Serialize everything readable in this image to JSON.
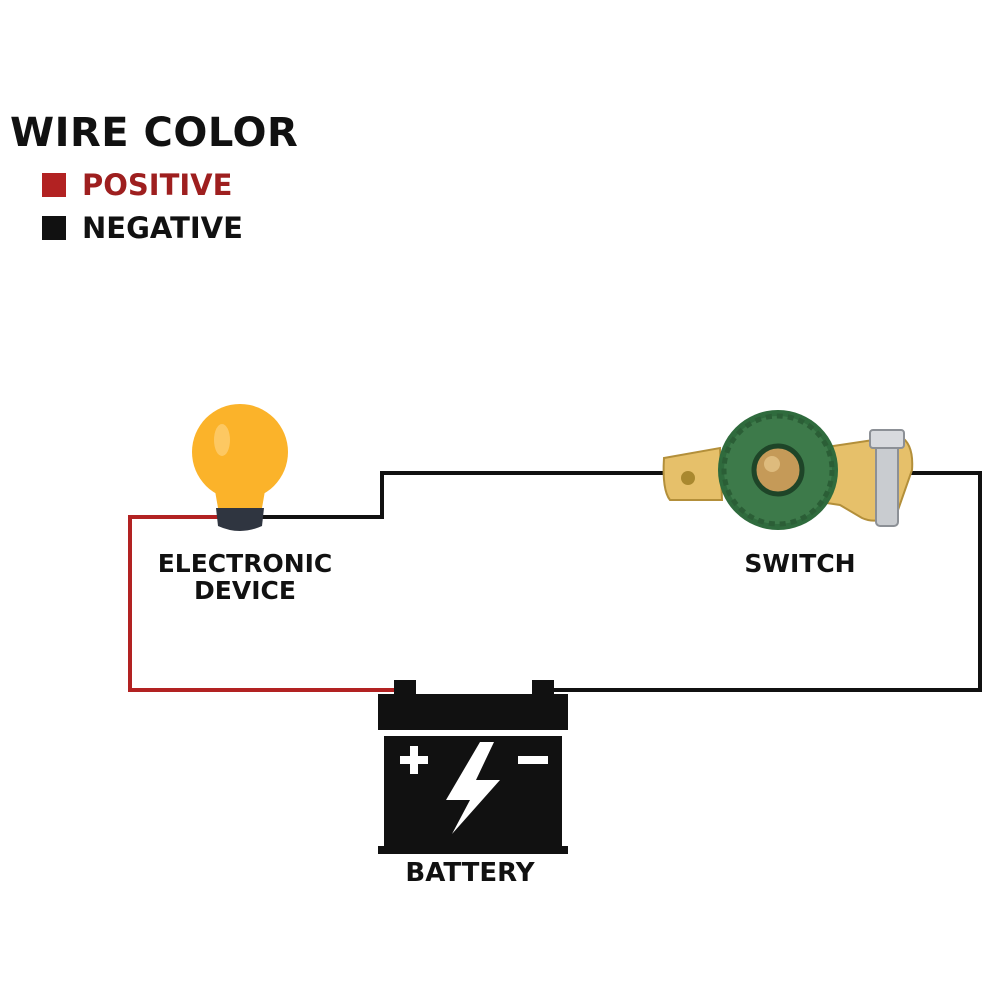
{
  "legend": {
    "title": "WIRE COLOR",
    "positive_label": "POSITIVE",
    "negative_label": "NEGATIVE"
  },
  "components": {
    "device_label": "ELECTRONIC\nDEVICE",
    "switch_label": "SWITCH",
    "battery_label": "BATTERY"
  },
  "colors": {
    "positive": "#b22222",
    "negative": "#111111",
    "bulb": "#fbb32a",
    "switch_knob": "#3d7a4a",
    "switch_metal": "#e6c06a"
  },
  "icons": {
    "bulb": "light-bulb-icon",
    "switch": "battery-disconnect-switch-icon",
    "battery": "battery-icon"
  }
}
